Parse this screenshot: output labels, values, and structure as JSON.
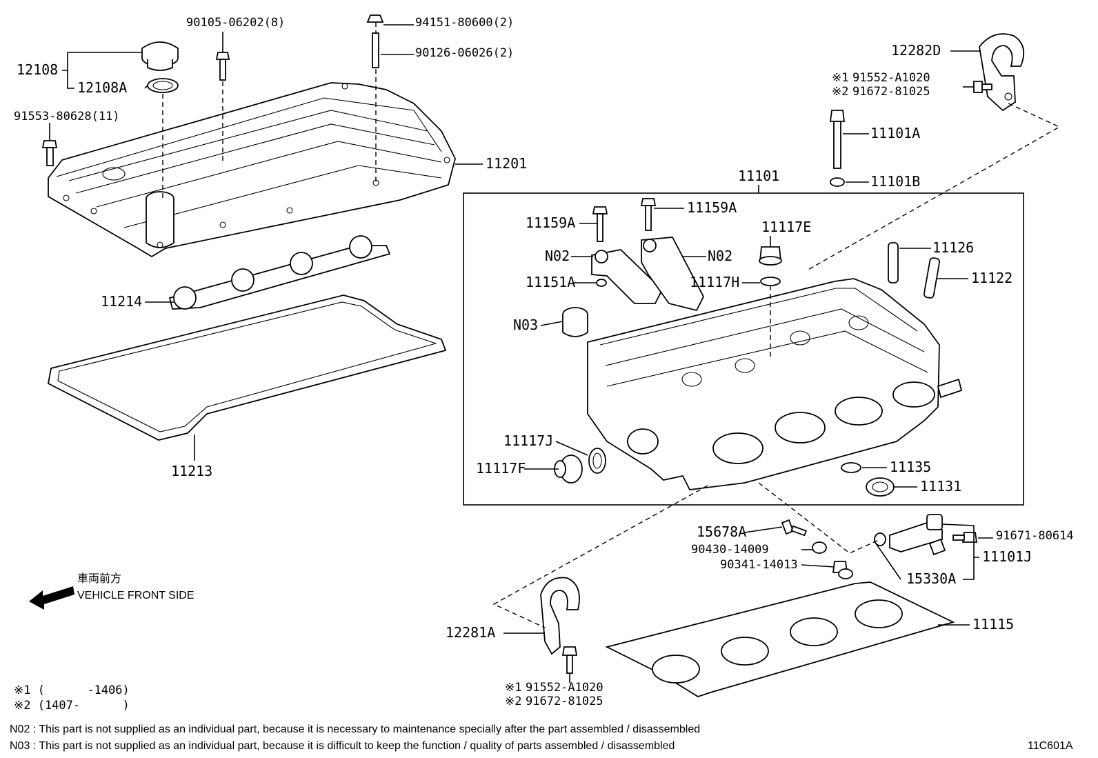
{
  "diagram_id": "11C601A",
  "front_marker": {
    "jp": "車両前方",
    "en": "VEHICLE FRONT SIDE"
  },
  "callouts": {
    "p12108": "12108",
    "p12108A": "12108A",
    "p90105": "90105-06202(8)",
    "p94151": "94151-80600(2)",
    "p90126": "90126-06026(2)",
    "p91553": "91553-80628(11)",
    "p11201": "11201",
    "p11214": "11214",
    "p11213": "11213",
    "p12282D": "12282D",
    "p91552_top": "91552-A1020",
    "p91672_top": "91672-81025",
    "p11101A": "11101A",
    "p11101B": "11101B",
    "p11101": "11101",
    "p11159A_l": "11159A",
    "p11159A_r": "11159A",
    "pN02_l": "N02",
    "pN02_r": "N02",
    "p11151A": "11151A",
    "pN03": "N03",
    "p11117E": "11117E",
    "p11117H": "11117H",
    "p11126": "11126",
    "p11122": "11122",
    "p11117J": "11117J",
    "p11117F": "11117F",
    "p11135": "11135",
    "p11131": "11131",
    "p15678A": "15678A",
    "p90430": "90430-14009",
    "p90341": "90341-14013",
    "p91671": "91671-80614",
    "p11101J": "11101J",
    "p15330A": "15330A",
    "p11115": "11115",
    "p12281A": "12281A",
    "p91552_bot": "91552-A1020",
    "p91672_bot": "91672-81025"
  },
  "marks": {
    "m1": "※1",
    "m2": "※2"
  },
  "legend": {
    "r1": "※1 (      -1406)",
    "r2": "※2 (1407-      )"
  },
  "notes": {
    "n02": "N02 : This part is not supplied as an individual part, because it is necessary to maintenance specially after the part assembled / disassembled",
    "n03": "N03 : This part is not supplied as an individual part, because it is difficult to keep the function / quality of parts  assembled / disassembled"
  }
}
